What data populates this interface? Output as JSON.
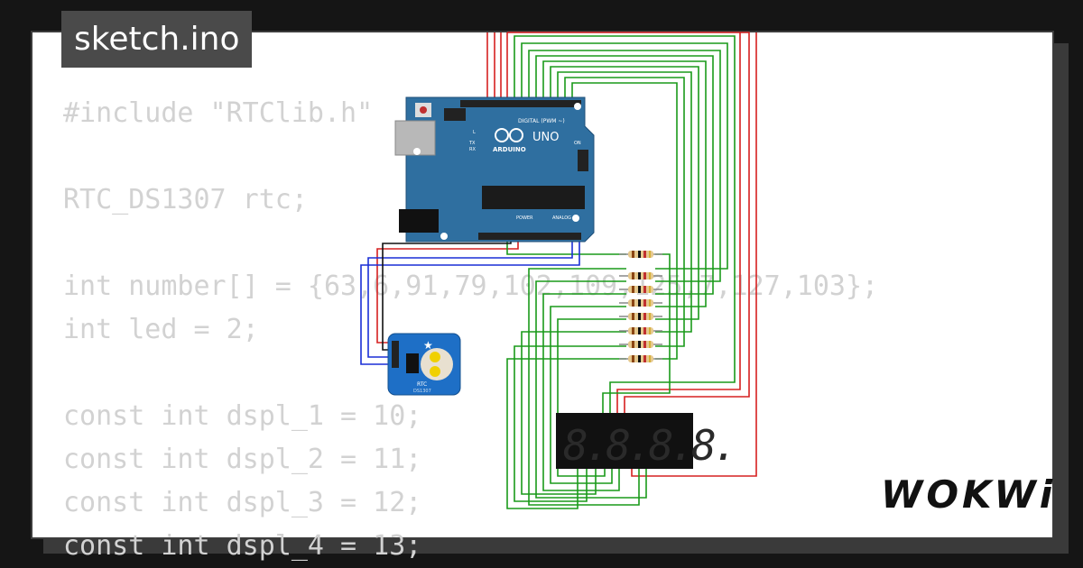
{
  "tab": {
    "title": "sketch.ino"
  },
  "code": {
    "lines": [
      "#include \"RTClib.h\"",
      "",
      "RTC_DS1307 rtc;",
      "",
      "int number[] = {63,6,91,79,102,109,125,7,127,103};",
      "int led = 2;",
      "",
      "const int dspl_1 = 10;",
      "const int dspl_2 = 11;",
      "const int dspl_3 = 12;",
      "const int dspl_4 = 13;"
    ]
  },
  "arduino": {
    "brand": "ARDUINO",
    "model": "UNO",
    "digital_label": "DIGITAL (PWM ~)",
    "analog_label": "ANALOG IN",
    "power_label": "POWER",
    "on_label": "ON",
    "tx_label": "TX",
    "rx_label": "RX",
    "l_label": "L",
    "color": "#2f6fa0"
  },
  "rtc": {
    "label": "RTC",
    "sub": "DS1307",
    "color": "#1e6fc6"
  },
  "display": {
    "digits": "8.8.8.8."
  },
  "logo": {
    "text": "WOKWi"
  },
  "colors": {
    "red_wire": "#d62020",
    "green_wire": "#1a9a1a",
    "blue_wire": "#1a2fd6",
    "black_wire": "#111111"
  }
}
